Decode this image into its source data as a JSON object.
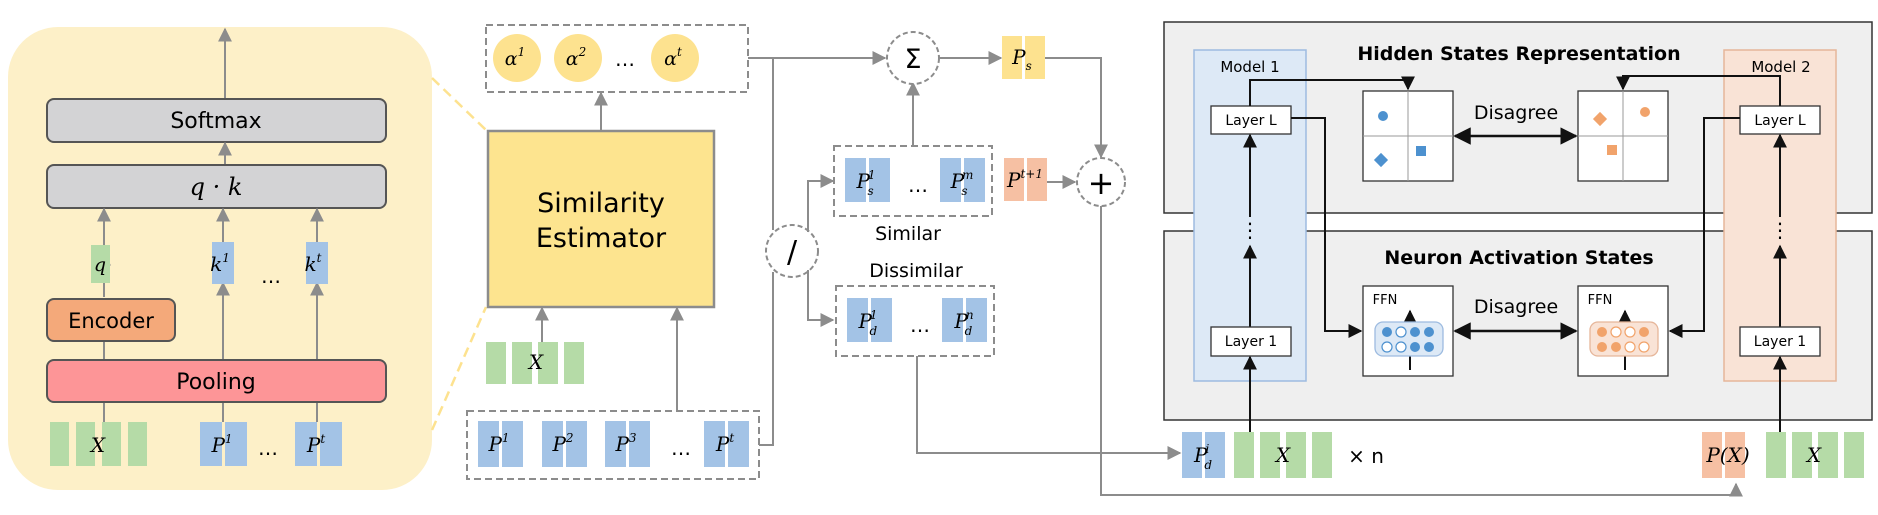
{
  "panel_a": {
    "softmax": "Softmax",
    "qk": "q · k",
    "q": "q",
    "k_first": "k",
    "k_first_sup": "1",
    "k_last": "k",
    "k_last_sup": "t",
    "dots": "…",
    "encoder": "Encoder",
    "pooling": "Pooling",
    "x": "X",
    "p_first": "P",
    "p_first_sup": "1",
    "p_last": "P",
    "p_last_sup": "t"
  },
  "panel_b": {
    "alpha": "α",
    "alpha1_sup": "1",
    "alpha2_sup": "2",
    "alphat_sup": "t",
    "dots": "…",
    "estimator_line1": "Similarity",
    "estimator_line2": "Estimator",
    "x": "X",
    "p": "P",
    "p1_sup": "1",
    "p2_sup": "2",
    "p3_sup": "3",
    "pt_sup": "t",
    "sum_symbol": "Σ",
    "split_symbol": "/",
    "plus_symbol": "+",
    "ps": "P",
    "ps_sub": "s",
    "ps_first_sup": "1",
    "ps_last_sup": "m",
    "pd_sub": "d",
    "pd_first_sup": "1",
    "pd_last_sup": "n",
    "p_next": "P",
    "p_next_sup": "t+1",
    "similar": "Similar",
    "dissimilar": "Dissimilar"
  },
  "panel_c": {
    "hidden_title": "Hidden States Representation",
    "neuron_title": "Neuron Activation States",
    "model1": "Model 1",
    "model2": "Model 2",
    "layer_l": "Layer L",
    "layer_1": "Layer 1",
    "vdots": "⋮",
    "disagree": "Disagree",
    "ffn": "FFN",
    "pd_label": "P",
    "pd_sub": "d",
    "pd_sup": "i",
    "x": "X",
    "times_n": "× n",
    "px_label": "P(X)"
  },
  "colors": {
    "cream_bg": "#fdf0c8",
    "gray_box": "#d3d3d5",
    "encoder": "#f4a97a",
    "pooling": "#fd9597",
    "green_token": "#b5dba7",
    "blue_token": "#a3c3e6",
    "yellow_circle": "#fde28f",
    "estimator": "#fde48f",
    "orange_token": "#f6c0a3",
    "panel_gray": "#efefef",
    "model1_bg": "#dde9f6",
    "model2_bg": "#f9e3d6",
    "point_blue": "#4d91cf",
    "point_orange": "#f1a36b"
  }
}
